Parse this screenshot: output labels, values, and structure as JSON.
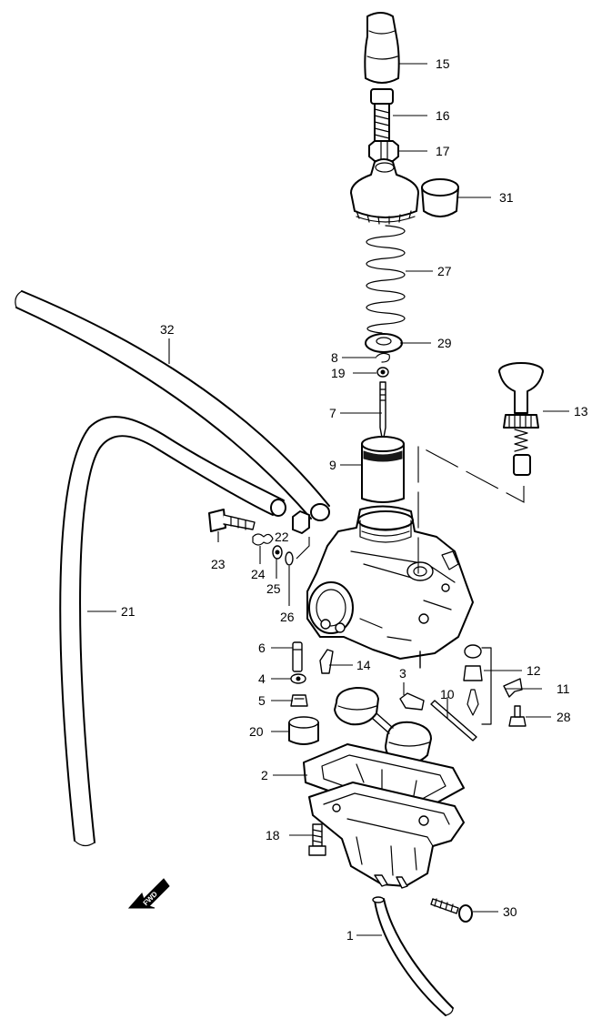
{
  "diagram": {
    "fwd_label": "FWD",
    "callouts": [
      {
        "id": "c15",
        "text": "15"
      },
      {
        "id": "c16",
        "text": "16"
      },
      {
        "id": "c17",
        "text": "17"
      },
      {
        "id": "c31",
        "text": "31"
      },
      {
        "id": "c27",
        "text": "27"
      },
      {
        "id": "c32",
        "text": "32"
      },
      {
        "id": "c29",
        "text": "29"
      },
      {
        "id": "c8",
        "text": "8"
      },
      {
        "id": "c19",
        "text": "19"
      },
      {
        "id": "c13",
        "text": "13"
      },
      {
        "id": "c7",
        "text": "7"
      },
      {
        "id": "c9",
        "text": "9"
      },
      {
        "id": "c22",
        "text": "22"
      },
      {
        "id": "c23",
        "text": "23"
      },
      {
        "id": "c24",
        "text": "24"
      },
      {
        "id": "c25",
        "text": "25"
      },
      {
        "id": "c21",
        "text": "21"
      },
      {
        "id": "c26",
        "text": "26"
      },
      {
        "id": "c6",
        "text": "6"
      },
      {
        "id": "c14",
        "text": "14"
      },
      {
        "id": "c12",
        "text": "12"
      },
      {
        "id": "c4",
        "text": "4"
      },
      {
        "id": "c3",
        "text": "3"
      },
      {
        "id": "c11",
        "text": "11"
      },
      {
        "id": "c10",
        "text": "10"
      },
      {
        "id": "c5",
        "text": "5"
      },
      {
        "id": "c28",
        "text": "28"
      },
      {
        "id": "c20",
        "text": "20"
      },
      {
        "id": "c2",
        "text": "2"
      },
      {
        "id": "c18",
        "text": "18"
      },
      {
        "id": "c30",
        "text": "30"
      },
      {
        "id": "c1",
        "text": "1"
      }
    ]
  }
}
